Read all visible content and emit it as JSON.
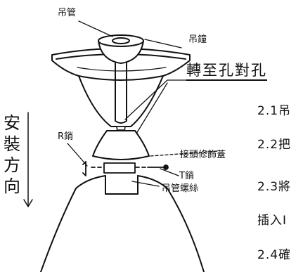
{
  "labels": {
    "hanger_pipe": "吊管",
    "canopy": "吊鐘",
    "heading": "轉至孔對孔",
    "r_pin": "R銷",
    "decorative_cover": "接頭修飾蓋",
    "t_pin": "T銷",
    "pipe_screw": "吊管螺絲"
  },
  "direction": {
    "chars": [
      "安",
      "裝",
      "方",
      "向"
    ]
  },
  "steps": [
    "2.1吊",
    "2.2把",
    "2.3將",
    "插入I",
    "2.4確"
  ]
}
